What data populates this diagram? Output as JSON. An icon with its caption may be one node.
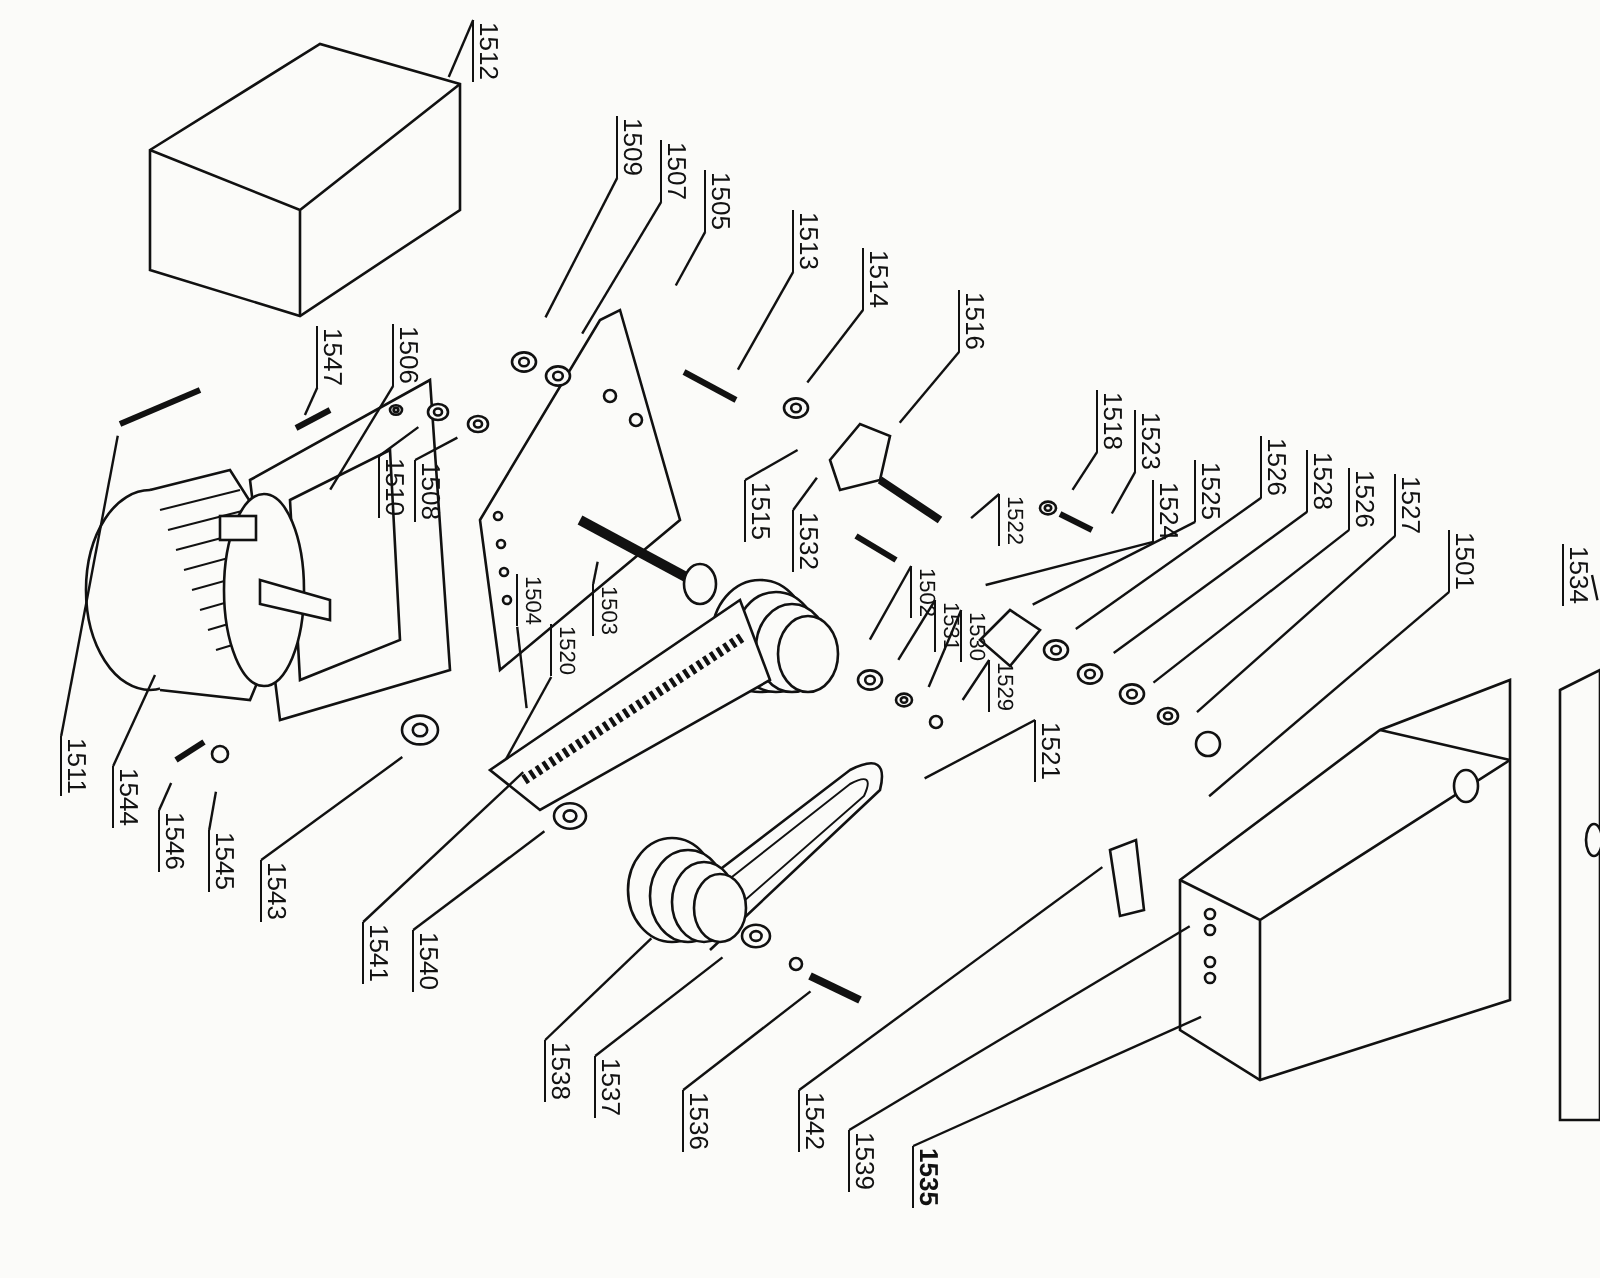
{
  "diagram": {
    "nodes": [
      {
        "text": [
          "1512"
        ]
      },
      {
        "text": [
          "1509"
        ]
      },
      {
        "text": [
          "1507"
        ]
      },
      {
        "text": [
          "1505"
        ]
      },
      {
        "text": [
          "1513"
        ]
      },
      {
        "text": [
          "1514"
        ]
      },
      {
        "text": [
          "1516"
        ]
      },
      {
        "text": [
          "1547"
        ]
      },
      {
        "text": [
          "1506"
        ]
      },
      {
        "text": [
          "1510"
        ]
      },
      {
        "text": [
          "1508"
        ]
      },
      {
        "text": [
          "1518"
        ]
      },
      {
        "text": [
          "1523"
        ]
      },
      {
        "text": [
          "1522"
        ]
      },
      {
        "text": [
          "1515"
        ]
      },
      {
        "text": [
          "1532"
        ]
      },
      {
        "text": [
          "1524"
        ]
      },
      {
        "text": [
          "1525"
        ]
      },
      {
        "text": [
          "1526"
        ]
      },
      {
        "text": [
          "1528"
        ]
      },
      {
        "text": [
          "1526"
        ]
      },
      {
        "text": [
          "1527"
        ]
      },
      {
        "text": [
          "1501"
        ]
      },
      {
        "text": [
          "1534"
        ]
      },
      {
        "text": [
          "1504"
        ]
      },
      {
        "text": [
          "1520"
        ]
      },
      {
        "text": [
          "1503"
        ]
      },
      {
        "text": [
          "1502"
        ]
      },
      {
        "text": [
          "1531"
        ]
      },
      {
        "text": [
          "1530"
        ]
      },
      {
        "text": [
          "1529"
        ]
      },
      {
        "text": [
          "1521"
        ]
      },
      {
        "text": [
          "1511"
        ]
      },
      {
        "text": [
          "1544"
        ]
      },
      {
        "text": [
          "1546"
        ]
      },
      {
        "text": [
          "1545"
        ]
      },
      {
        "text": [
          "1543"
        ]
      },
      {
        "text": [
          "1541"
        ]
      },
      {
        "text": [
          "1540"
        ]
      },
      {
        "text": [
          "1538"
        ]
      },
      {
        "text": [
          "1537"
        ]
      },
      {
        "text": [
          "1536"
        ]
      },
      {
        "text": [
          "1542"
        ]
      },
      {
        "text": [
          "1539"
        ]
      },
      {
        "text": [
          "1535"
        ]
      }
    ],
    "edges": [
      {
        "from": 0,
        "to": null,
        "arrow": "none"
      },
      {
        "from": 1,
        "to": null,
        "arrow": "none"
      },
      {
        "from": 2,
        "to": null,
        "arrow": "none"
      },
      {
        "from": 3,
        "to": null,
        "arrow": "none"
      },
      {
        "from": 4,
        "to": null,
        "arrow": "none"
      },
      {
        "from": 5,
        "to": null,
        "arrow": "none"
      },
      {
        "from": 6,
        "to": null,
        "arrow": "none"
      },
      {
        "from": 7,
        "to": null,
        "arrow": "none"
      },
      {
        "from": 8,
        "to": null,
        "arrow": "none"
      },
      {
        "from": 9,
        "to": null,
        "arrow": "none"
      },
      {
        "from": 10,
        "to": null,
        "arrow": "none"
      },
      {
        "from": 11,
        "to": null,
        "arrow": "none"
      },
      {
        "from": 12,
        "to": null,
        "arrow": "none"
      },
      {
        "from": 13,
        "to": null,
        "arrow": "none"
      },
      {
        "from": 14,
        "to": null,
        "arrow": "none"
      },
      {
        "from": 15,
        "to": null,
        "arrow": "none"
      },
      {
        "from": 16,
        "to": null,
        "arrow": "none"
      },
      {
        "from": 17,
        "to": null,
        "arrow": "none"
      },
      {
        "from": 18,
        "to": null,
        "arrow": "none"
      },
      {
        "from": 19,
        "to": null,
        "arrow": "none"
      },
      {
        "from": 20,
        "to": null,
        "arrow": "none"
      },
      {
        "from": 21,
        "to": null,
        "arrow": "none"
      },
      {
        "from": 22,
        "to": null,
        "arrow": "none"
      },
      {
        "from": 23,
        "to": null,
        "arrow": "none"
      },
      {
        "from": 24,
        "to": null,
        "arrow": "none"
      },
      {
        "from": 25,
        "to": null,
        "arrow": "none"
      },
      {
        "from": 26,
        "to": null,
        "arrow": "none"
      },
      {
        "from": 27,
        "to": null,
        "arrow": "none"
      },
      {
        "from": 28,
        "to": null,
        "arrow": "none"
      },
      {
        "from": 29,
        "to": null,
        "arrow": "none"
      },
      {
        "from": 30,
        "to": null,
        "arrow": "none"
      },
      {
        "from": 31,
        "to": null,
        "arrow": "none"
      },
      {
        "from": 32,
        "to": null,
        "arrow": "none"
      },
      {
        "from": 33,
        "to": null,
        "arrow": "none"
      },
      {
        "from": 34,
        "to": null,
        "arrow": "none"
      },
      {
        "from": 35,
        "to": null,
        "arrow": "none"
      },
      {
        "from": 36,
        "to": null,
        "arrow": "none"
      },
      {
        "from": 37,
        "to": null,
        "arrow": "none"
      },
      {
        "from": 38,
        "to": null,
        "arrow": "none"
      },
      {
        "from": 39,
        "to": null,
        "arrow": "none"
      },
      {
        "from": 40,
        "to": null,
        "arrow": "none"
      },
      {
        "from": 41,
        "to": null,
        "arrow": "none"
      },
      {
        "from": 42,
        "to": null,
        "arrow": "none"
      },
      {
        "from": 43,
        "to": null,
        "arrow": "none"
      },
      {
        "from": 44,
        "to": null,
        "arrow": "none"
      }
    ]
  }
}
